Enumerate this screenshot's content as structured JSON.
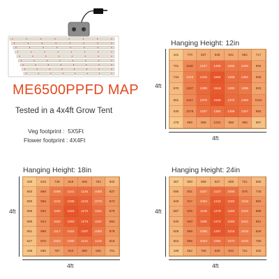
{
  "header": {
    "title": "ME6500PPFD MAP",
    "subtitle": "Tested in a 4x4ft Grow Tent",
    "veg_footprint": "Veg footprint :  5X5Ft",
    "flower_footprint": "Flower footprint : 4X4Ft"
  },
  "colors": {
    "title": "#e24a1f",
    "cell_low": "#f7c98d",
    "cell_high": "#e8542a"
  },
  "illustration": {
    "icon": "grow-light-bars-icon"
  },
  "maps": [
    {
      "title": "Hanging Height: 12in",
      "side_label": "4ft",
      "bottom_label": "4ft",
      "values": [
        [
          441,
          770,
          837,
          849,
          841,
          862,
          717
        ],
        [
          701,
          1160,
          1237,
          1400,
          1292,
          1292,
          892
        ],
        [
          734,
          1218,
          1415,
          1562,
          1368,
          1362,
          949
        ],
        [
          670,
          1197,
          1399,
          1516,
          1360,
          1295,
          923
        ],
        [
          661,
          1157,
          1375,
          1555,
          1372,
          1366,
          1012
        ],
        [
          630,
          1078,
          1337,
          1354,
          1395,
          1347,
          984
        ],
        [
          478,
          889,
          899,
          1022,
          898,
          955,
          587
        ]
      ]
    },
    {
      "title": "Hanging Height: 18in",
      "side_label": "4ft",
      "bottom_label": "4ft",
      "values": [
        [
          400,
          619,
          748,
          819,
          805,
          752,
          600
        ],
        [
          563,
          869,
          1069,
          1141,
          1146,
          1058,
          827
        ],
        [
          560,
          936,
          1143,
          1268,
          1233,
          1075,
          873
        ],
        [
          596,
          933,
          1190,
          1315,
          1270,
          1152,
          879
        ],
        [
          586,
          913,
          1154,
          1263,
          1274,
          1162,
          852
        ],
        [
          561,
          898,
          1117,
          1154,
          1287,
          1080,
          878
        ],
        [
          527,
          870,
          1022,
          1080,
          1131,
          1118,
          818
        ],
        [
          438,
          635,
          787,
          910,
          890,
          830,
          701
        ]
      ]
    },
    {
      "title": "Hanging Height: 24in",
      "side_label": "4ft",
      "bottom_label": "4ft",
      "values": [
        [
          367,
          500,
          569,
          627,
          609,
          721,
          550
        ],
        [
          590,
          831,
          1027,
          1127,
          1086,
          876,
          740
        ],
        [
          649,
          917,
          1062,
          1242,
          1190,
          1018,
          852
        ],
        [
          667,
          945,
          1149,
          1278,
          1186,
          1045,
          868
        ],
        [
          630,
          940,
          1165,
          1274,
          1196,
          1041,
          861
        ],
        [
          605,
          899,
          1006,
          1257,
          1216,
          1015,
          826
        ],
        [
          604,
          895,
          1023,
          1094,
          1073,
          1016,
          760
        ],
        [
          438,
          652,
          756,
          839,
          842,
          721,
          632
        ]
      ]
    }
  ]
}
